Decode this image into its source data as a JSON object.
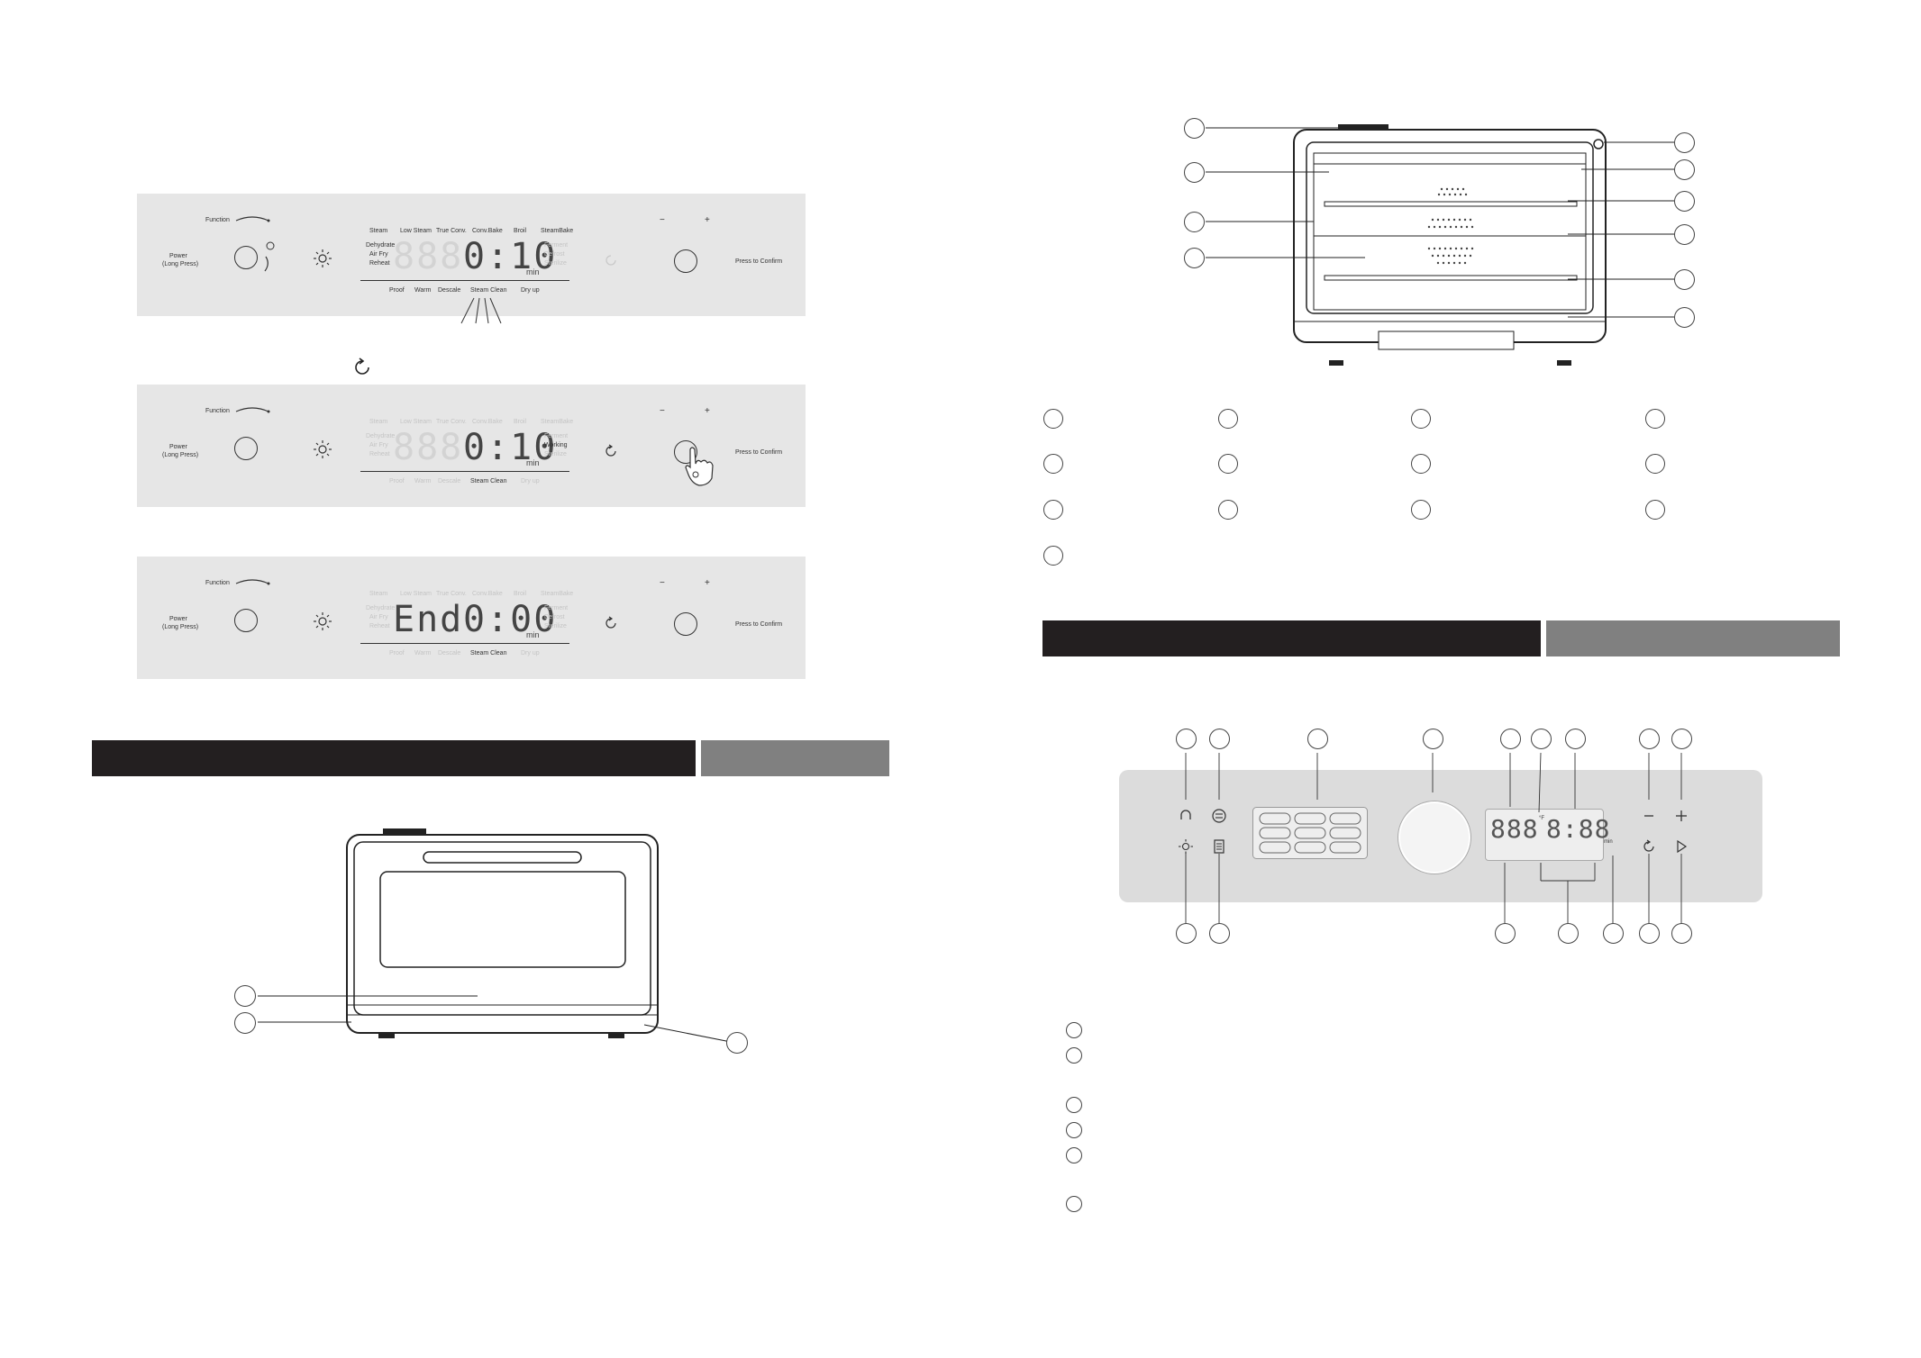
{
  "panels": [
    {
      "function_label": "Function",
      "power_label": "Power\n(Long Press)",
      "minus": "−",
      "plus": "+",
      "confirm_label": "Press to Confirm",
      "top_modes": [
        "Steam",
        "Low Steam",
        "True Conv.",
        "Conv.Bake",
        "Broil",
        "SteamBake"
      ],
      "left_modes": [
        "Dehydrate",
        "Air Fry",
        "Reheat"
      ],
      "right_modes": [
        "Ferment",
        "Defrost",
        "Sterilize"
      ],
      "bottom_modes": [
        "Proof",
        "Warm",
        "Descale",
        "Steam Clean",
        "Dry up"
      ],
      "display_left": "888",
      "display_right": "0:10",
      "unit": "min",
      "status": ""
    },
    {
      "function_label": "Function",
      "power_label": "Power\n(Long Press)",
      "minus": "−",
      "plus": "+",
      "confirm_label": "Press to Confirm",
      "top_modes": [
        "Steam",
        "Low Steam",
        "True Conv.",
        "Conv.Bake",
        "Broil",
        "SteamBake"
      ],
      "left_modes": [
        "Dehydrate",
        "Air Fry",
        "Reheat"
      ],
      "right_modes": [
        "Ferment",
        "Working",
        "Sterilize"
      ],
      "bottom_modes": [
        "Proof",
        "Warm",
        "Descale",
        "Steam Clean",
        "Dry up"
      ],
      "display_left": "888",
      "display_right": "0:10",
      "unit": "min",
      "status": "Working"
    },
    {
      "function_label": "Function",
      "power_label": "Power\n(Long Press)",
      "minus": "−",
      "plus": "+",
      "confirm_label": "Press to Confirm",
      "top_modes": [
        "Steam",
        "Low Steam",
        "True Conv.",
        "Conv.Bake",
        "Broil",
        "SteamBake"
      ],
      "left_modes": [
        "Dehydrate",
        "Air Fry",
        "Reheat"
      ],
      "right_modes": [
        "Ferment",
        "Defrost",
        "Sterilize"
      ],
      "bottom_modes": [
        "Proof",
        "Warm",
        "Descale",
        "Steam Clean",
        "Dry up"
      ],
      "display_left": "End",
      "display_right": "0:00",
      "unit": "min",
      "status": ""
    }
  ],
  "control_panel": {
    "display_left": "888",
    "display_right": "8:88",
    "unit_min": "min",
    "unit_f": "°F"
  }
}
